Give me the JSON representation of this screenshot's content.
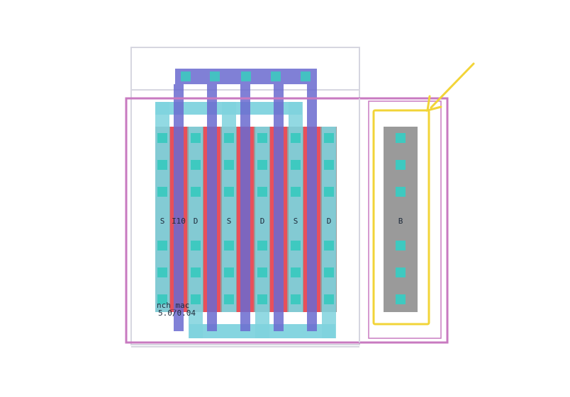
{
  "colors": {
    "background": "#ffffff",
    "outer_boundary": "#c87ac0",
    "cell_boundary": "#d6d6e0",
    "diffusion": "#9a9a9a",
    "poly": "#e8505a",
    "metal1": "#7fd3de",
    "metal2": "#6b6bd0",
    "contact": "#3ec9c0",
    "highlight": "#f2d438"
  },
  "device": {
    "name": "nch_mac",
    "size": "5.0/0.04",
    "finger_label": "I10"
  },
  "terminals": [
    "S",
    "D",
    "S",
    "D",
    "S",
    "D"
  ],
  "bulk": {
    "label": "B"
  },
  "annotation": {
    "type": "arrow",
    "target": "bulk-tap-highlight"
  }
}
